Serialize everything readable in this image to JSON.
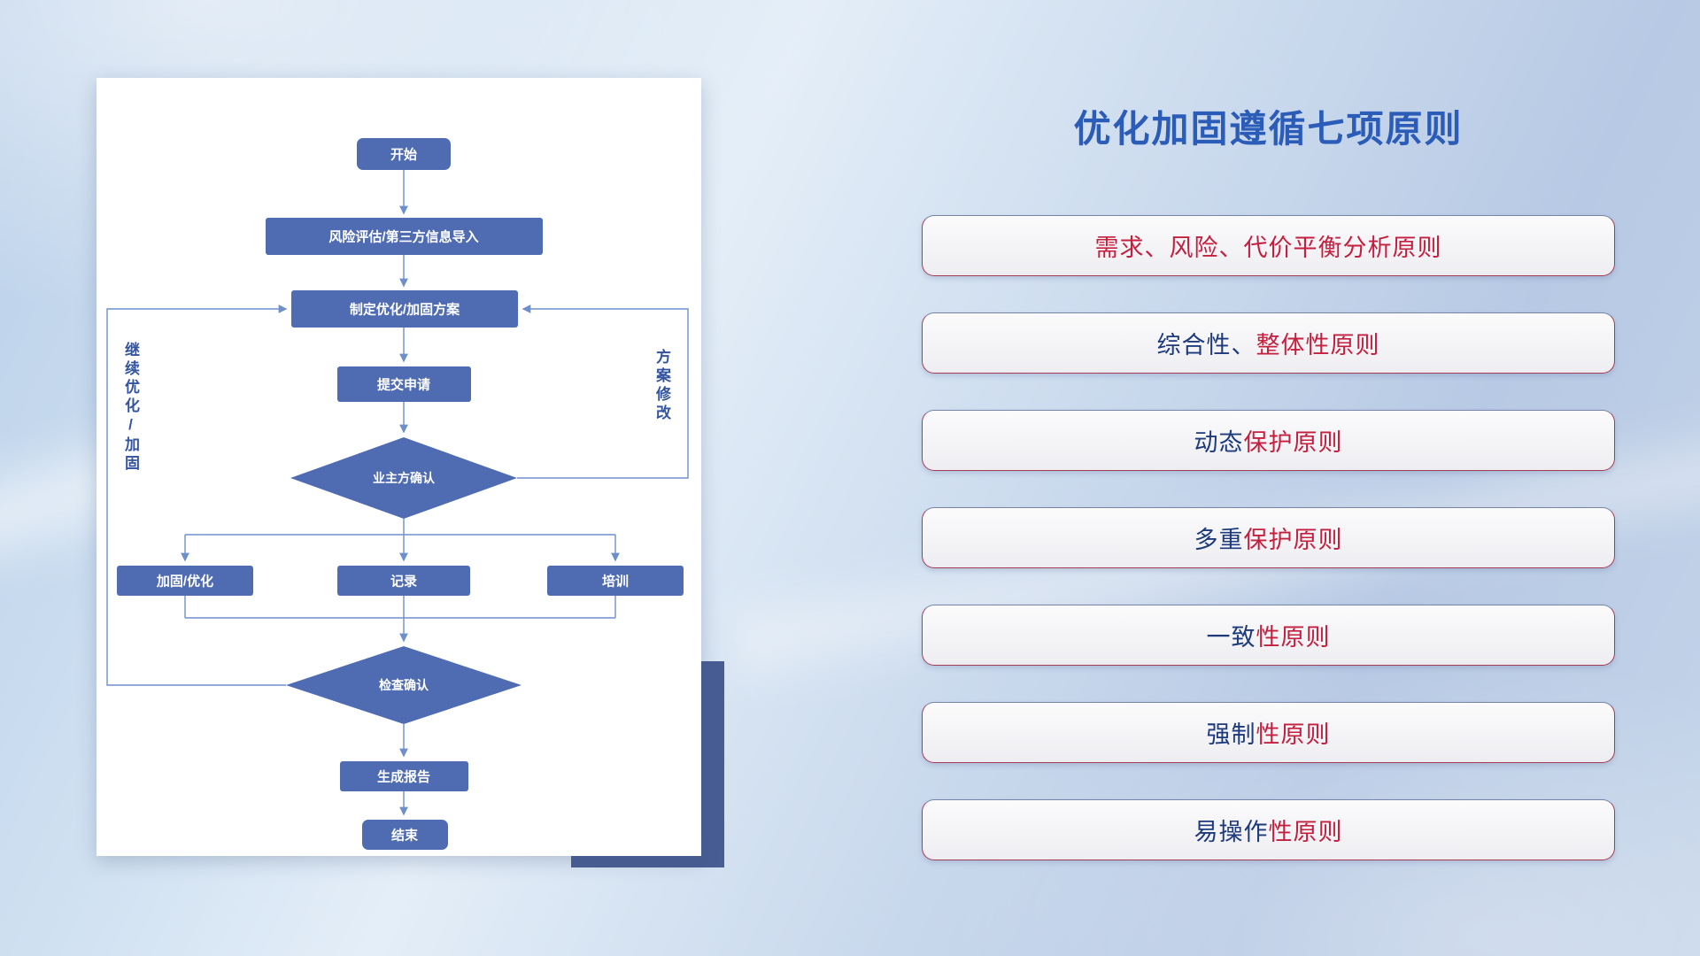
{
  "slide": {
    "title": "优化加固遵循七项原则"
  },
  "flowchart": {
    "nodes": {
      "start": "开始",
      "risk_import": "风险评估/第三方信息导入",
      "make_plan": "制定优化/加固方案",
      "submit": "提交申请",
      "owner_confirm": "业主方确认",
      "reinforce": "加固/优化",
      "record": "记录",
      "training": "培训",
      "check_confirm": "检查确认",
      "report": "生成报告",
      "end": "结束"
    },
    "labels": {
      "continue_loop": "继续优化/加固",
      "plan_revision": "方案修改"
    }
  },
  "principles": [
    {
      "lead": "",
      "rest": "需求、风险、代价平衡分析原则"
    },
    {
      "lead": "综合性、",
      "rest": "整体性原则"
    },
    {
      "lead": "动态",
      "rest": "保护原则"
    },
    {
      "lead": "多重",
      "rest": "保护原则"
    },
    {
      "lead": "一致",
      "rest": "性原则"
    },
    {
      "lead": "强制",
      "rest": "性原则"
    },
    {
      "lead": "易操作",
      "rest": "性原则"
    }
  ],
  "colors": {
    "title_blue": "#2b5cb8",
    "node_blue": "#4f6cb2",
    "connector_blue": "#6e8fcb",
    "principle_red": "#c41f3f",
    "principle_navy": "#1d3a7d",
    "card_accent_navy": "#475d93"
  }
}
